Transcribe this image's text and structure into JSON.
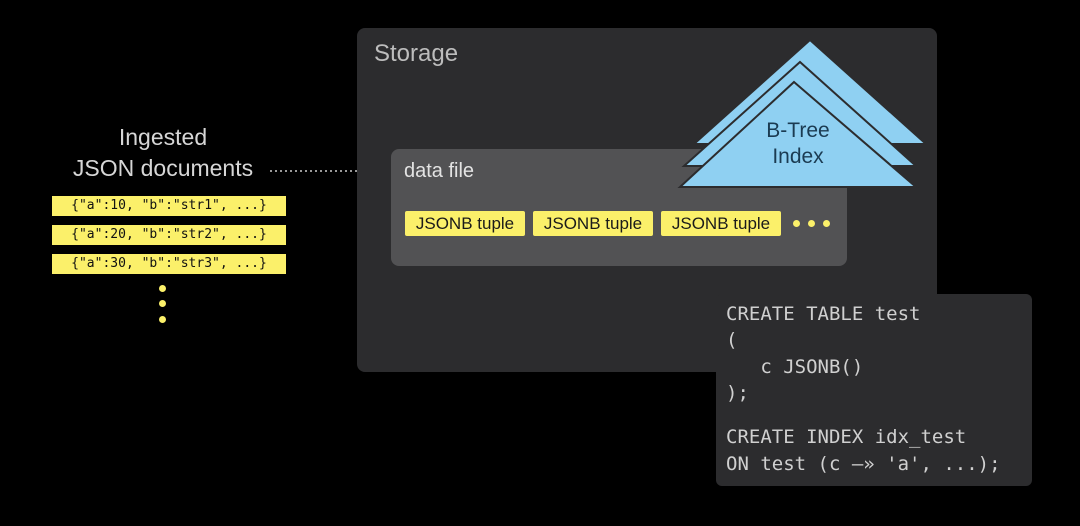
{
  "ingested": {
    "title_line1": "Ingested",
    "title_line2": "JSON documents",
    "documents": [
      "{\"a\":10, \"b\":\"str1\", ...}",
      "{\"a\":20, \"b\":\"str2\", ...}",
      "{\"a\":30, \"b\":\"str3\", ...}"
    ]
  },
  "storage": {
    "label": "Storage",
    "data_file": {
      "label": "data file",
      "tuples": [
        "JSONB tuple",
        "JSONB tuple",
        "JSONB tuple"
      ]
    },
    "index": {
      "label_line1": "B-Tree",
      "label_line2": "Index"
    }
  },
  "sql": {
    "lines": [
      "CREATE TABLE test",
      "(",
      "   c JSONB()",
      ");",
      "CREATE INDEX idx_test",
      "ON test (c —» 'a', ...);"
    ]
  },
  "colors": {
    "highlight": "#fbf06a",
    "index": "#8fd0f2",
    "panel": "#2c2c2e",
    "data_file": "#525254"
  }
}
